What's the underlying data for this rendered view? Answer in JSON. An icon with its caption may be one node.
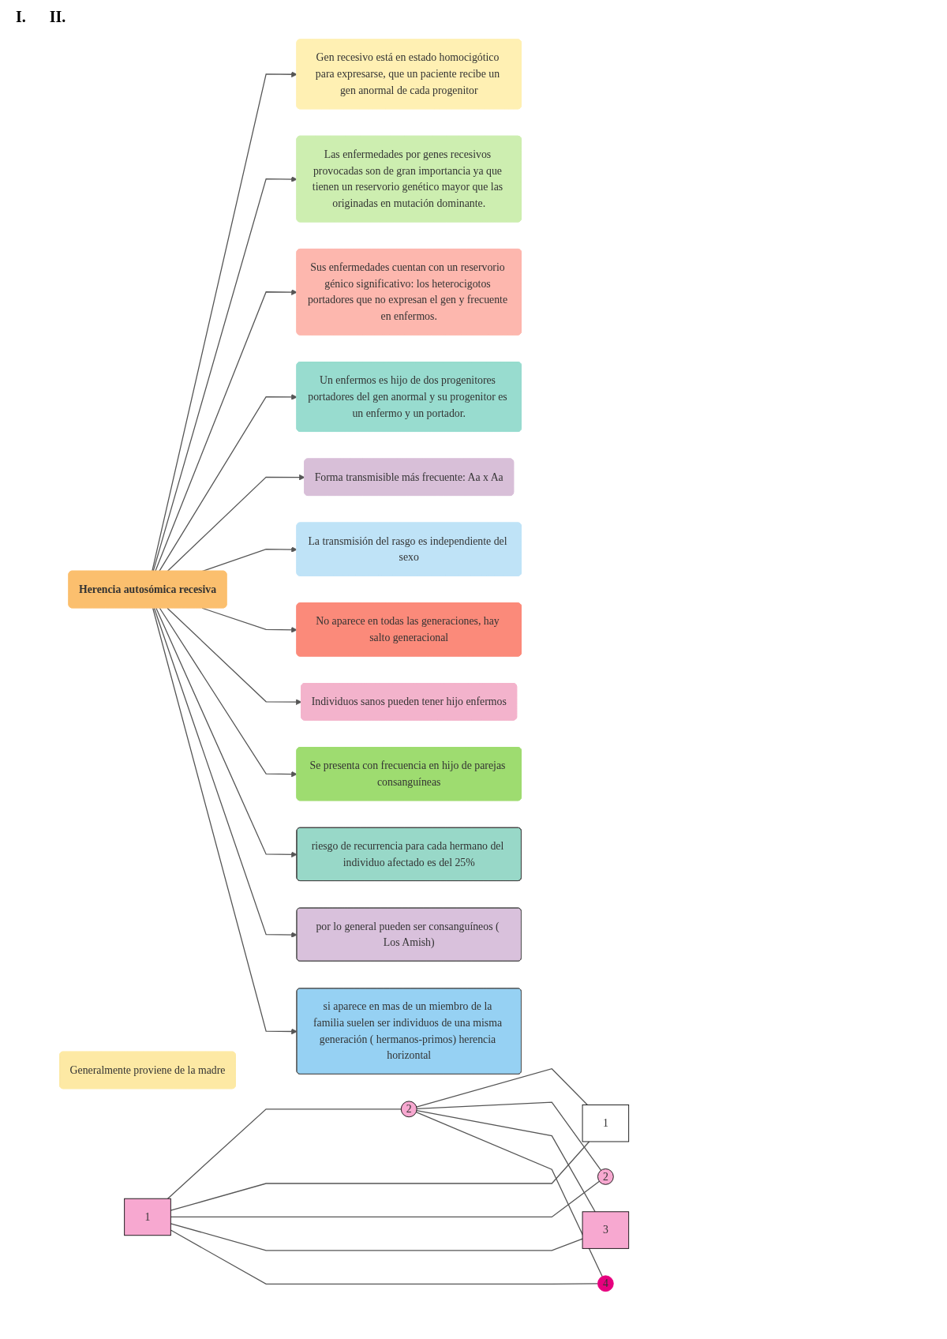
{
  "diagram": {
    "nodes": [
      {
        "text": [
          "1"
        ]
      },
      {
        "text": [
          "2"
        ]
      },
      {
        "text": [
          "1"
        ]
      },
      {
        "text": [
          "2"
        ]
      },
      {
        "text": [
          "3"
        ]
      },
      {
        "text": [
          "4"
        ]
      },
      {
        "text": [
          "Generalmente proviene de la madre"
        ]
      },
      {
        "text": [
          "Gen recesivo está en estado homocigótico para expresarse, que un paciente recibe un gen anormal de cada progenitor"
        ]
      },
      {
        "text": [
          "Las enfermedades por genes recesivos provocadas son de gran importancia ya que tienen un reservorio genético mayor que las originadas en mutación dominante."
        ]
      },
      {
        "text": [
          "Herencia autosómica recesiva"
        ]
      },
      {
        "text": [
          "Sus enfermedades cuentan con un reservorio génico significativo: los heterocigotos portadores que no expresan el gen y frecuente en enfermos."
        ]
      },
      {
        "text": [
          "Un enfermos es hijo de dos progenitores portadores del gen anormal y su progenitor es un enfermo y un portador."
        ]
      },
      {
        "text": [
          "Forma transmisible más frecuente: Aa x Aa"
        ]
      },
      {
        "text": [
          "La transmisión del rasgo es independiente del sexo"
        ]
      },
      {
        "text": [
          "No aparece en todas las generaciones, hay salto generacional"
        ]
      },
      {
        "text": [
          "Individuos sanos pueden tener hijo enfermos"
        ]
      },
      {
        "text": [
          "Se presenta con frecuencia en hijo de parejas consanguíneas"
        ]
      },
      {
        "text": [
          "riesgo de recurrencia para cada hermano del individuo afectado es del 25%"
        ]
      },
      {
        "text": [
          "por lo general pueden ser consanguíneos ( Los Amish)"
        ]
      },
      {
        "text": [
          "si aparece en mas de un miembro de la familia suelen ser individuos de una misma generación ( hermanos-primos) herencia horizontal"
        ]
      }
    ],
    "edges": [
      {
        "from": 0,
        "to": 1,
        "arrow": "none"
      },
      {
        "from": 0,
        "to": 2,
        "arrow": "none"
      },
      {
        "from": 0,
        "to": 3,
        "arrow": "none"
      },
      {
        "from": 0,
        "to": 4,
        "arrow": "none"
      },
      {
        "from": 0,
        "to": 5,
        "arrow": "none"
      },
      {
        "from": 1,
        "to": 2,
        "arrow": "none"
      },
      {
        "from": 1,
        "to": 3,
        "arrow": "none"
      },
      {
        "from": 1,
        "to": 4,
        "arrow": "none"
      },
      {
        "from": 1,
        "to": 5,
        "arrow": "none"
      },
      {
        "from": 9,
        "to": 7,
        "arrow": "to"
      },
      {
        "from": 9,
        "to": 8,
        "arrow": "to"
      },
      {
        "from": 9,
        "to": 10,
        "arrow": "to"
      },
      {
        "from": 9,
        "to": 11,
        "arrow": "to"
      },
      {
        "from": 9,
        "to": 12,
        "arrow": "to"
      },
      {
        "from": 9,
        "to": 13,
        "arrow": "to"
      },
      {
        "from": 9,
        "to": 14,
        "arrow": "to"
      },
      {
        "from": 9,
        "to": 15,
        "arrow": "to"
      },
      {
        "from": 9,
        "to": 16,
        "arrow": "to"
      },
      {
        "from": 9,
        "to": 17,
        "arrow": "to"
      },
      {
        "from": 9,
        "to": 18,
        "arrow": "to"
      },
      {
        "from": 9,
        "to": 19,
        "arrow": "to"
      }
    ],
    "labels": [
      "I.",
      "II."
    ]
  }
}
